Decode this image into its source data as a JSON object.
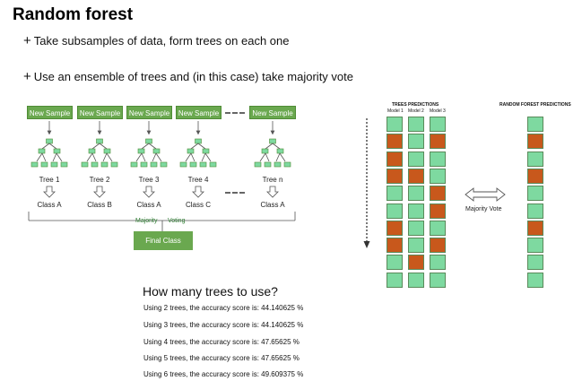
{
  "title": "Random forest",
  "bullets": [
    "Take subsamples of data, form trees on each one",
    "Use an ensemble of trees and (in this case) take majority vote"
  ],
  "bullet_mark": "+",
  "diagram": {
    "samples": [
      "New Sample",
      "New Sample",
      "New Sample",
      "New Sample",
      "New Sample"
    ],
    "trees": [
      "Tree 1",
      "Tree 2",
      "Tree 3",
      "Tree 4",
      "Tree n"
    ],
    "classes": [
      "Class A",
      "Class B",
      "Class A",
      "Class C",
      "Class A"
    ],
    "majority": "Majority",
    "voting": "Voting",
    "final_class": "Final Class"
  },
  "how_many": {
    "heading": "How many trees to use?",
    "lines": [
      "Using 2 trees, the accuracy score is:  44.140625 %",
      "Using 3 trees, the accuracy score is:  44.140625 %",
      "Using 4 trees, the accuracy score is:  47.65625 %",
      "Using 5 trees, the accuracy score is:  47.65625 %",
      "Using 6 trees, the accuracy score is:  49.609375 %"
    ]
  },
  "right": {
    "trees_header": "TREES PREDICTIONS",
    "models": [
      "Model 1",
      "Model 2",
      "Model 3"
    ],
    "rf_header": "RANDOM FOREST PREDICTIONS",
    "majority_vote": "Majority Vote",
    "colors": {
      "green": "#7ed9a0",
      "orange": "#c8581c"
    },
    "model_columns": [
      [
        "G",
        "O",
        "O",
        "O",
        "G",
        "G",
        "O",
        "O",
        "G",
        "G"
      ],
      [
        "G",
        "G",
        "G",
        "O",
        "G",
        "G",
        "G",
        "G",
        "O",
        "G"
      ],
      [
        "G",
        "O",
        "G",
        "G",
        "O",
        "O",
        "G",
        "O",
        "G",
        "G"
      ]
    ],
    "rf_column": [
      "G",
      "O",
      "G",
      "O",
      "G",
      "G",
      "O",
      "G",
      "G",
      "G"
    ]
  }
}
